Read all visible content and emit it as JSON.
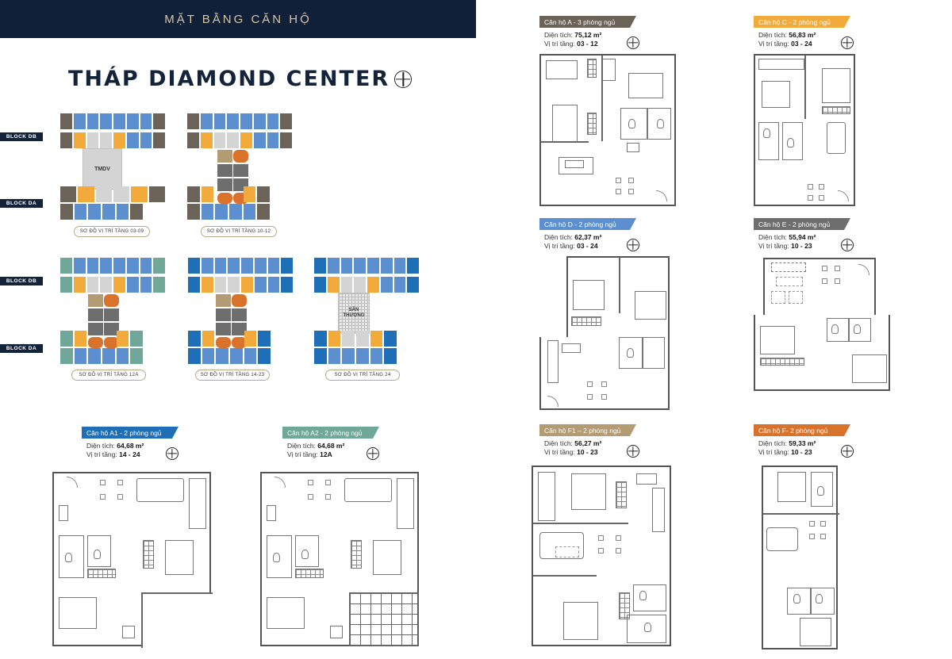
{
  "header": {
    "title": "MẶT BẰNG CĂN HỘ"
  },
  "tower": {
    "title": "THÁP DIAMOND CENTER",
    "compass_icon": "compass-icon"
  },
  "blocks": {
    "top": "BLOCK DB",
    "bottom": "BLOCK DA"
  },
  "site_maps": [
    {
      "caption": "SƠ ĐỒ VỊ TRÍ TẦNG 03-09",
      "center_label": "TMDV"
    },
    {
      "caption": "SƠ ĐỒ VỊ TRÍ TẦNG 10-12",
      "center_label": ""
    },
    {
      "caption": "SƠ ĐỒ VỊ TRÍ TẦNG 12A",
      "center_label": ""
    },
    {
      "caption": "SƠ ĐỒ VỊ TRÍ TẦNG 14-23",
      "center_label": ""
    },
    {
      "caption": "SƠ ĐỒ VỊ TRÍ TẦNG 24",
      "center_label": "SÂN THƯỢNG"
    }
  ],
  "colors": {
    "navy": "#0f2038",
    "gold_text": "#d9c6a5",
    "unit_A": "#6b6358",
    "unit_A1": "#1e6fb8",
    "unit_A2": "#6fa898",
    "unit_C": "#f2aa3a",
    "unit_D": "#5b8fd0",
    "unit_E": "#6e6e6e",
    "unit_F1": "#b39b74",
    "unit_F": "#d9722a"
  },
  "units": [
    {
      "id": "A",
      "badge": "Căn hộ A - 3 phòng ngủ",
      "area_label": "Diện tích: ",
      "area": "75,12 m²",
      "floor_label": "Vị trí tầng: ",
      "floors": "03 - 12"
    },
    {
      "id": "C",
      "badge": "Căn hộ C - 2 phòng ngủ",
      "area_label": "Diện tích: ",
      "area": "56,83 m²",
      "floor_label": "Vị trí tầng: ",
      "floors": "03 - 24"
    },
    {
      "id": "D",
      "badge": "Căn hộ D - 2 phòng ngủ",
      "area_label": "Diện tích: ",
      "area": "62,37 m²",
      "floor_label": "Vị trí tầng: ",
      "floors": "03 - 24"
    },
    {
      "id": "E",
      "badge": "Căn hộ E - 2 phòng ngủ",
      "area_label": "Diện tích: ",
      "area": "55,94 m²",
      "floor_label": "Vị trí tầng: ",
      "floors": "10 - 23"
    },
    {
      "id": "F1",
      "badge": "Căn hộ F1 – 2 phòng ngủ",
      "area_label": "Diện tích: ",
      "area": "56,27 m²",
      "floor_label": "Vị trí tầng: ",
      "floors": "10 - 23"
    },
    {
      "id": "F",
      "badge": "Căn hộ F- 2 phòng ngủ",
      "area_label": "Diện tích: ",
      "area": "59,33 m²",
      "floor_label": "Vị trí tầng: ",
      "floors": "10 - 23"
    },
    {
      "id": "A1",
      "badge": "Căn hộ A1 - 2 phòng ngủ",
      "area_label": "Diện tích: ",
      "area": "64,68 m²",
      "floor_label": "Vị trí tầng: ",
      "floors": "14 - 24"
    },
    {
      "id": "A2",
      "badge": "Căn hộ A2 - 2 phòng ngủ",
      "area_label": "Diện tích: ",
      "area": "64,68 m²",
      "floor_label": "Vị trí tầng: ",
      "floors": "12A"
    }
  ]
}
